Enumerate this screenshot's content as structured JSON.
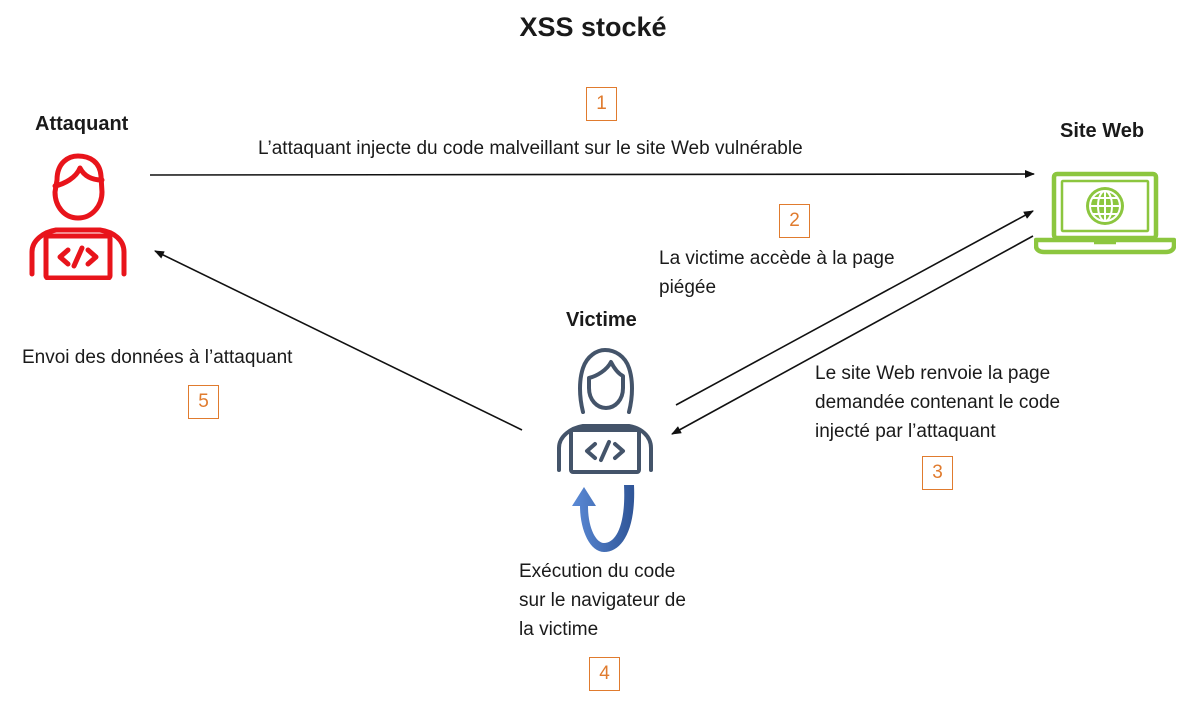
{
  "title": "XSS stocké",
  "actors": {
    "attacker": {
      "label": "Attaquant",
      "icon": "attacker-icon",
      "color": "#e8141b"
    },
    "website": {
      "label": "Site Web",
      "icon": "laptop-globe-icon",
      "color": "#8cc63f"
    },
    "victim": {
      "label": "Victime",
      "icon": "victim-icon",
      "color": "#44546a"
    }
  },
  "steps": [
    {
      "number": "1",
      "text": "L’attaquant injecte du code malveillant sur le site Web vulnérable"
    },
    {
      "number": "2",
      "line1": "La victime accède à la page",
      "line2": "piégée"
    },
    {
      "number": "3",
      "line1": "Le site Web renvoie la page",
      "line2": "demandée contenant le code",
      "line3": "injecté par l’attaquant"
    },
    {
      "number": "4",
      "line1": "Exécution du code",
      "line2": "sur le navigateur de",
      "line3": "la victime"
    },
    {
      "number": "5",
      "text": "Envoi des données à l’attaquant"
    }
  ],
  "colors": {
    "step_accent": "#e07b2e",
    "loop_arrow": "#4472c4"
  }
}
